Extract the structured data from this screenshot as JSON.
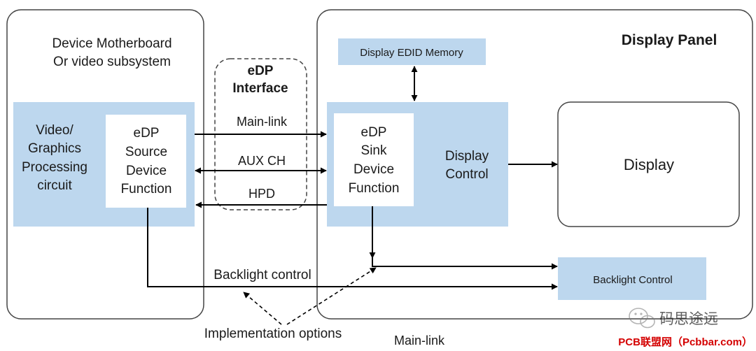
{
  "colors": {
    "panel_fill": "#bdd7ee",
    "line": "#000000",
    "border": "#444444",
    "watermark_red": "#d40000"
  },
  "motherboard": {
    "title_line1": "Device Motherboard",
    "title_line2": "Or video subsystem"
  },
  "video_graphics": {
    "line1": "Video/",
    "line2": "Graphics",
    "line3": "Processing",
    "line4": "circuit"
  },
  "edp_source": {
    "line1": "eDP",
    "line2": "Source",
    "line3": "Device",
    "line4": "Function"
  },
  "edp_interface": {
    "line1": "eDP",
    "line2": "Interface"
  },
  "links": {
    "main_link": "Main-link",
    "aux_ch": "AUX CH",
    "hpd": "HPD",
    "backlight_control_label": "Backlight control"
  },
  "display_panel": {
    "title": "Display Panel"
  },
  "edid": {
    "label": "Display EDID Memory"
  },
  "edp_sink": {
    "line1": "eDP",
    "line2": "Sink",
    "line3": "Device",
    "line4": "Function"
  },
  "display_control": {
    "line1": "Display",
    "line2": "Control"
  },
  "display": {
    "label": "Display"
  },
  "backlight_box": {
    "label": "Backlight Control"
  },
  "bottom": {
    "implementation_options": "Implementation options",
    "main_link": "Main-link"
  },
  "watermark": {
    "wechat": "码思途远",
    "site": "PCB联盟网（Pcbbar.com）"
  }
}
